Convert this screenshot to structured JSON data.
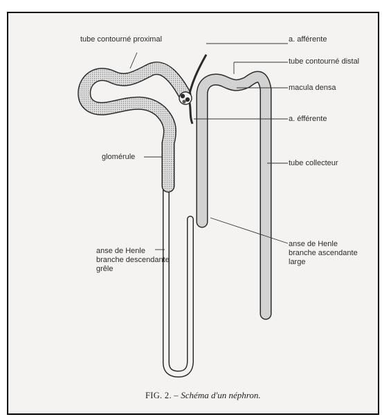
{
  "labels": {
    "proximal": "tube contourné proximal",
    "afferente": "a. afférente",
    "distal": "tube contourné distal",
    "macula": "macula densa",
    "efferente": "a. éfférente",
    "glomerule": "glomérule",
    "collecteur": "tube collecteur",
    "descendante": [
      "anse de Henle",
      "branche descendante",
      "grêle"
    ],
    "ascendante": [
      "anse de Henle",
      "branche ascendante",
      "large"
    ]
  },
  "caption": {
    "fig": "FIG. 2.",
    "dash": " – ",
    "text": "Schéma d'un néphron."
  },
  "colors": {
    "background": "#f4f3f1",
    "tube_outline": "#2b2b2b",
    "proximal_fill": "#cfcfcf",
    "distal_fill": "#d2d2d2"
  }
}
